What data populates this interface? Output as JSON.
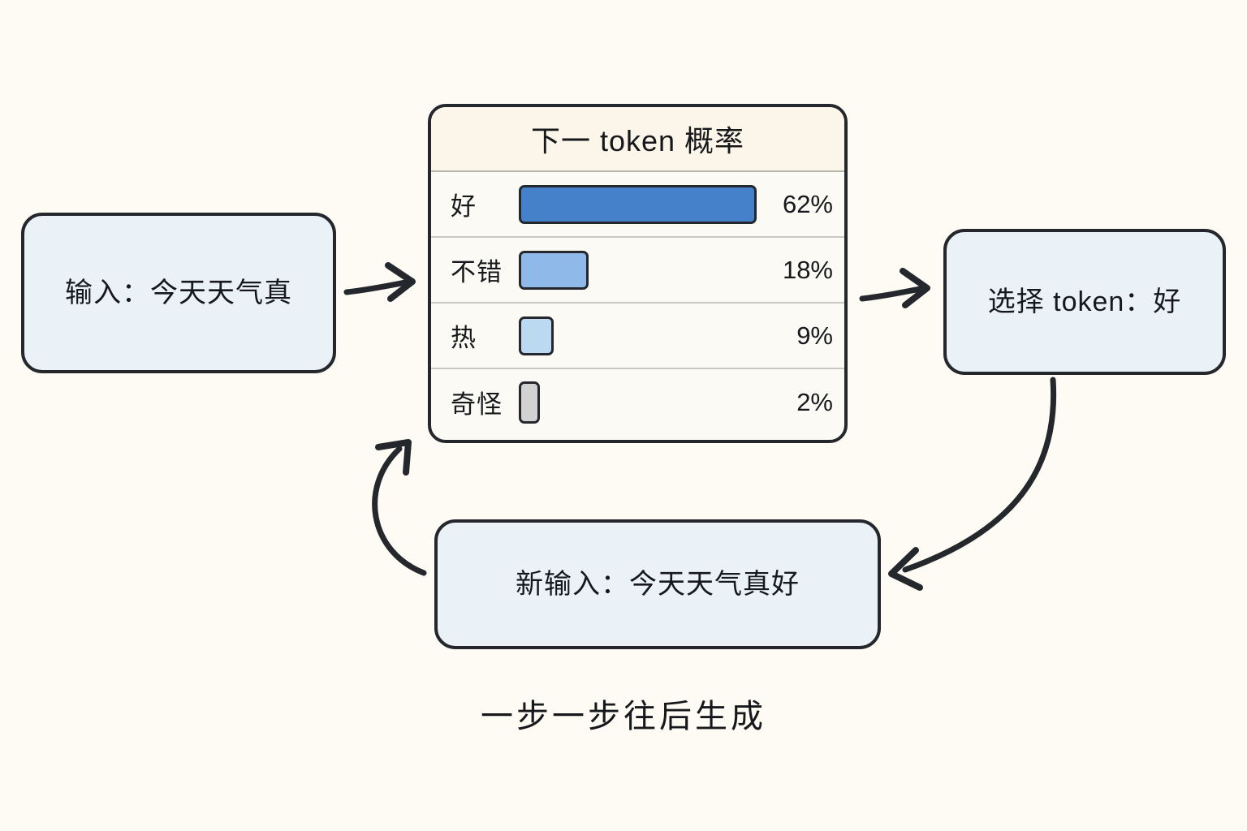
{
  "background_color": "#fdfbf4",
  "boxes": {
    "input": {
      "label": "输入：今天天气真",
      "fill": "#eaf1f7",
      "stroke": "#24272b"
    },
    "choice": {
      "label": "选择 token：好",
      "fill": "#eaf1f7",
      "stroke": "#24272b"
    },
    "new_input": {
      "label": "新输入：今天天气真好",
      "fill": "#eaf1f7",
      "stroke": "#24272b"
    }
  },
  "panel": {
    "title": "下一 token 概率",
    "title_fill": "#fbf6e9",
    "row_fill": "#fbfaf5"
  },
  "caption": {
    "text": "一步一步往后生成"
  },
  "arrows": [
    {
      "name": "arrow-input-to-panel",
      "kind": "straight-right"
    },
    {
      "name": "arrow-panel-to-choice",
      "kind": "straight-right"
    },
    {
      "name": "arrow-choice-to-newinput",
      "kind": "curve-down-left"
    },
    {
      "name": "arrow-newinput-to-panel",
      "kind": "curve-up-left"
    }
  ],
  "chart_data": {
    "type": "bar",
    "title": "下一 token 概率",
    "xlabel": "",
    "ylabel": "",
    "orientation": "horizontal",
    "categories": [
      "好",
      "不错",
      "热",
      "奇怪"
    ],
    "values": [
      62,
      18,
      9,
      2
    ],
    "value_labels": [
      "62%",
      "18%",
      "9%",
      "2%"
    ],
    "colors": [
      "#4580cb",
      "#8fb9e8",
      "#bcd9f2",
      "#d2d2d2"
    ],
    "bar_stroke": "#24272b",
    "xlim": [
      0,
      100
    ],
    "grid": false,
    "legend": false
  }
}
